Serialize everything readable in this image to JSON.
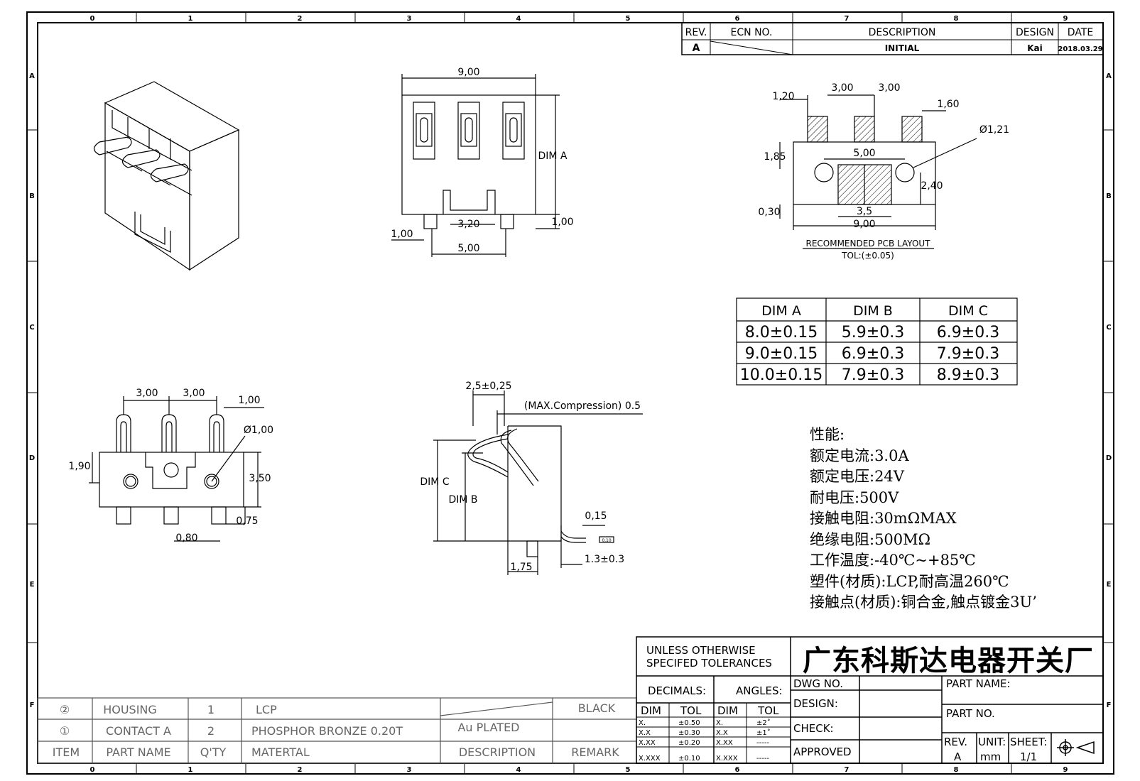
{
  "grid": {
    "columns": [
      "0",
      "1",
      "2",
      "3",
      "4",
      "5",
      "6",
      "7",
      "8",
      "9"
    ],
    "rows": [
      "A",
      "B",
      "C",
      "D",
      "E",
      "F"
    ]
  },
  "revision_block": {
    "headers": {
      "rev": "REV.",
      "ecn": "ECN  NO.",
      "description": "DESCRIPTION",
      "design": "DESIGN",
      "date": "DATE"
    },
    "row": {
      "rev": "A",
      "description": "INITIAL",
      "design": "Kai",
      "date": "2018.03.29"
    }
  },
  "top_view": {
    "dims": {
      "width": "9,00",
      "dim_a": "DIM  A",
      "pitch": "3,20",
      "right_h": "1,00",
      "left_w": "1,00",
      "bottom_w": "5,00"
    }
  },
  "pcb_layout": {
    "dims": {
      "d1": "1,20",
      "d2": "3,00",
      "d3": "3,00",
      "d4": "1,60",
      "hole": "Ø1,21",
      "d5": "1,85",
      "d6": "5,00",
      "d7": "2,40",
      "d8": "0,30",
      "d9": "3,5",
      "d10": "9,00"
    },
    "caption": "RECOMMENDED  PCB  LAYOUT",
    "tolerance": "TOL:(±0.05)"
  },
  "dim_table": {
    "headers": [
      "DIM  A",
      "DIM  B",
      "DIM  C"
    ],
    "rows": [
      [
        "8.0±0.15",
        "5.9±0.3",
        "6.9±0.3"
      ],
      [
        "9.0±0.15",
        "6.9±0.3",
        "7.9±0.3"
      ],
      [
        "10.0±0.15",
        "7.9±0.3",
        "8.9±0.3"
      ]
    ]
  },
  "front_view": {
    "dims": {
      "p1": "3,00",
      "p2": "3,00",
      "tab": "1,00",
      "hole": "Ø1,00",
      "left_h": "1,90",
      "right_h": "3,50",
      "leg": "0,75",
      "leg_w": "0,80"
    }
  },
  "side_view": {
    "dims": {
      "top": "2,5±0,25",
      "compression": "(MAX.Compression)  0.5",
      "dim_c": "DIM  C",
      "dim_b": "DIM  B",
      "thick": "0,15",
      "flat": "0,10",
      "pin": "1,75",
      "foot": "1.3±0.3"
    }
  },
  "specs": {
    "lines": [
      "性能:",
      "额定电流:3.0A",
      "额定电压:24V",
      "耐电压:500V",
      "接触电阻:30mΩMAX",
      "绝缘电阻:500MΩ",
      "工作温度:-40℃~+85℃",
      "塑件(材质):LCP,耐高温260℃",
      "接触点(材质):铜合金,触点镀金3U’"
    ]
  },
  "bom": {
    "rows": [
      {
        "item": "②",
        "name": "HOUSING",
        "qty": "1",
        "material": "LCP",
        "description": "",
        "remark": "BLACK"
      },
      {
        "item": "①",
        "name": "CONTACT  A",
        "qty": "2",
        "material": "PHOSPHOR  BRONZE  0.20T",
        "description": "Au  PLATED",
        "remark": ""
      }
    ],
    "header": {
      "item": "ITEM",
      "name": "PART  NAME",
      "qty": "Q'TY",
      "material": "MATERTAL",
      "description": "DESCRIPTION",
      "remark": "REMARK"
    }
  },
  "title_block": {
    "tolerance_title_1": "UNLESS  OTHERWISE",
    "tolerance_title_2": "SPECIFED  TOLERANCES",
    "decimals": "DECIMALS:",
    "angles": "ANGLES:",
    "dim": "DIM",
    "tol": "TOL",
    "decimal_rows": [
      [
        "X.",
        "±0.50"
      ],
      [
        "X.X",
        "±0.30"
      ],
      [
        "X.XX",
        "±0.20"
      ],
      [
        "X.XXX",
        "±0.10"
      ]
    ],
    "angle_rows": [
      [
        "X.",
        "±2˚"
      ],
      [
        "X.X",
        "±1˚"
      ],
      [
        "X.XX",
        "-----"
      ],
      [
        "X.XXX",
        "-----"
      ]
    ],
    "company": "广东科斯达电器开关厂",
    "dwg_no": "DWG  NO.",
    "design": "DESIGN:",
    "check": "CHECK:",
    "approved": "APPROVED",
    "part_name": "PART  NAME:",
    "part_no": "PART  NO.",
    "rev_label": "REV.",
    "rev": "A",
    "unit_label": "UNIT:",
    "unit": "mm",
    "sheet_label": "SHEET:",
    "sheet": "1/1"
  }
}
